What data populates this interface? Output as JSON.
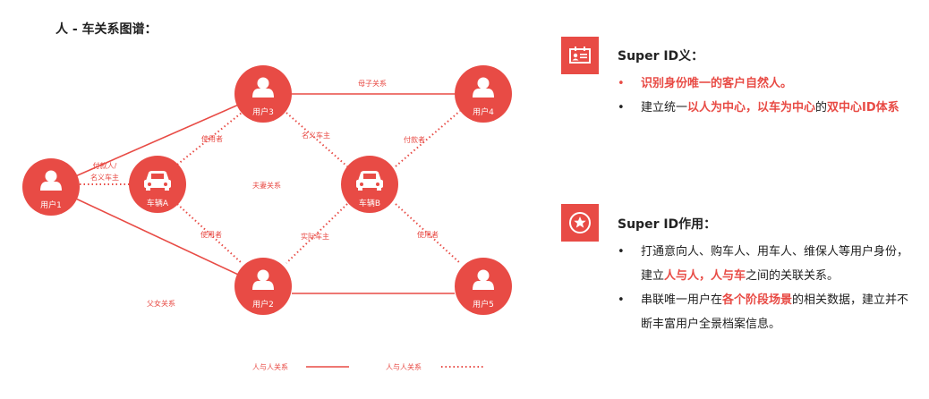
{
  "title": "人 - 车关系图谱：",
  "graph": {
    "nodes": {
      "user1": "用户1",
      "user2": "用户2",
      "user3": "用户3",
      "user4": "用户4",
      "user5": "用户5",
      "vehA": "车辆A",
      "vehB": "车辆B"
    },
    "edge_labels": {
      "mother_child": "母子关系",
      "payer_owner_line1": "付款人/",
      "payer_owner_line2": "名义车主",
      "user_a_top": "使用者",
      "nominal_owner": "名义车主",
      "payer": "付款者",
      "spouse": "夫妻关系",
      "user_a_bottom": "使用者",
      "actual_owner": "实际车主",
      "user_b_bottom": "使用者",
      "father_daughter": "父女关系"
    },
    "legend": {
      "solid_label": "人与人关系",
      "dotted_label": "人与人关系"
    }
  },
  "panels": {
    "definition": {
      "icon": "id-card-icon",
      "title": "Super ID义：",
      "bullet": "•",
      "items": [
        {
          "a": "识别身份唯一的客户自然人。"
        },
        {
          "a": "建立统一",
          "b": "以人为中心，以车为中心",
          "c": "的",
          "d": "双中心ID体系"
        }
      ]
    },
    "function": {
      "icon": "star-badge-icon",
      "title": "Super ID作用：",
      "bullet": "•",
      "items": [
        {
          "a": "打通意向人、购车人、用车人、维保人等用户身份，建立",
          "b": "人与人，人与车",
          "c": "之间的关联关系。"
        },
        {
          "a": "串联唯一用户在",
          "b": "各个阶段场景",
          "c": "的相关数据，建立并不断丰富用户全景档案信息。"
        }
      ]
    }
  },
  "colors": {
    "accent": "#e84b45",
    "text": "#222222"
  }
}
